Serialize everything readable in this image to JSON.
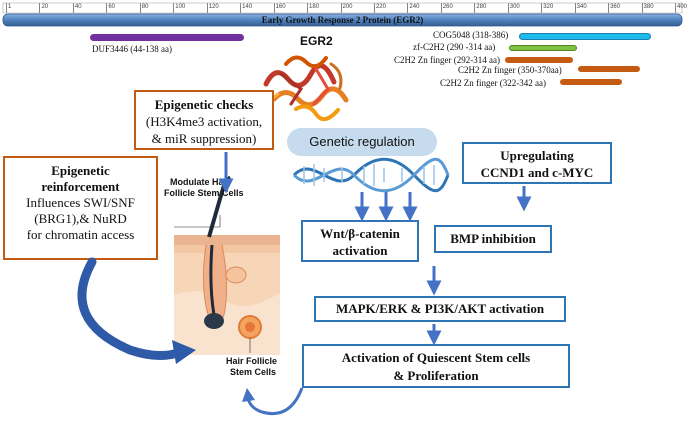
{
  "protein": {
    "title": "Early Growth Response 2 Protein (EGR2)",
    "ticks": [
      "1",
      "20",
      "40",
      "60",
      "80",
      "100",
      "120",
      "140",
      "160",
      "180",
      "200",
      "220",
      "240",
      "260",
      "280",
      "300",
      "320",
      "340",
      "360",
      "380",
      "400"
    ],
    "domains": [
      {
        "label": "DUF3446 (44-138 aa)",
        "color": "#7030a0"
      },
      {
        "label": "COG5048 (318-386)",
        "color": "#1ebcec"
      },
      {
        "label": "zf-C2H2 (290 -314 aa)",
        "color": "#7fc241"
      },
      {
        "label": "C2H2 Zn finger (292-314 aa)",
        "color": "#c55a11"
      },
      {
        "label": "C2H2 Zn finger (350-370aa)",
        "color": "#c55a11"
      },
      {
        "label": "C2H2 Zn finger (322-342 aa)",
        "color": "#c55a11"
      }
    ],
    "structure_label": "EGR2"
  },
  "boxes": {
    "epigenetic_checks": {
      "title": "Epigenetic checks",
      "line1": "(H3K4me3 activation,",
      "line2": "& miR suppression)"
    },
    "epigenetic_reinforcement": {
      "title": "Epigenetic",
      "title2": "reinforcement",
      "line1": "Influences SWI/SNF",
      "line2": "(BRG1),& NuRD",
      "line3": "for chromatin access"
    },
    "genetic_regulation": {
      "label": "Genetic regulation"
    },
    "upregulating": {
      "line1": "Upregulating",
      "line2": "CCND1 and c-MYC"
    },
    "wnt": {
      "line1": "Wnt/β-catenin",
      "line2": "activation"
    },
    "bmp": {
      "label": "BMP inhibition"
    },
    "mapk": {
      "label": "MAPK/ERK & PI3K/AKT activation"
    },
    "quiescent": {
      "line1": "Activation of Quiescent Stem cells",
      "line2": "& Proliferation"
    }
  },
  "hair": {
    "top_label_1": "Modulate Hair",
    "top_label_2": "Follicle Stem Cells",
    "bottom_label_1": "Hair Follicle",
    "bottom_label_2": "Stem Cells"
  },
  "colors": {
    "orange": "#c55a11",
    "blue": "#2e75b6",
    "arrow": "#4472c4",
    "dna": "#2e75b6"
  }
}
